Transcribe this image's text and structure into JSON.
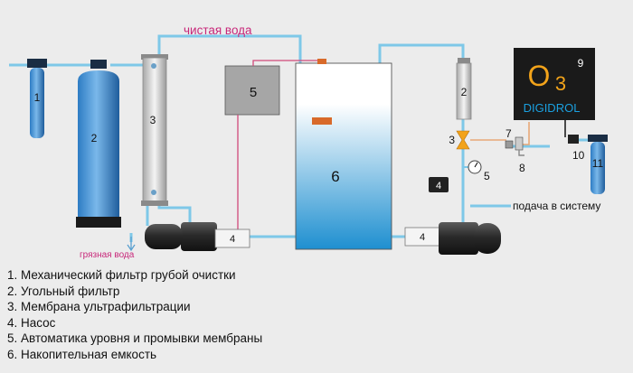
{
  "labels": {
    "clean_water": "чистая вода",
    "dirty_water": "грязная вода",
    "supply": "подача в систему",
    "ozone_main": "O",
    "ozone_sub": "3",
    "ozone_nine": "9",
    "brand": "DIGIDROL"
  },
  "numbers": {
    "n1": "1",
    "n2": "2",
    "n3": "3",
    "n4a": "4",
    "n4b": "4",
    "n5": "5",
    "n6": "6",
    "n2b": "2",
    "n3b": "3",
    "n4c": "4",
    "n5b": "5",
    "n7": "7",
    "n8": "8",
    "n10": "10",
    "n11": "11"
  },
  "legend": [
    "1. Механический фильтр грубой очистки",
    "2. Угольный фильтр",
    "3. Мембрана ультрафильтрации",
    "4. Насос",
    "5. Автоматика уровня и промывки мембраны",
    "6. Накопительная емкость"
  ],
  "colors": {
    "background": "#ececec",
    "pipe": "#7ec8e8",
    "clean_label": "#c8287a",
    "wire": "#d04a7a",
    "tank_top": "#ffffff",
    "tank_bottom": "#1e8fd0",
    "filter_blue": "#1f6fb8",
    "ozone_text": "#f2a31a",
    "brand_text": "#1aa0e0"
  }
}
